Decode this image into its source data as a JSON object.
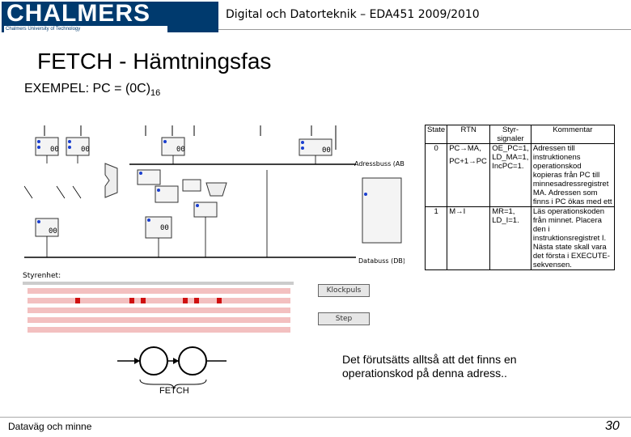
{
  "header": {
    "logo": "CHALMERS",
    "logo_sub": "Chalmers University of Technology",
    "course": "Digital och Datorteknik – EDA451 2009/2010"
  },
  "slide": {
    "title": "FETCH - Hämtningsfas",
    "example_prefix": "EXEMPEL: PC = (0C)",
    "example_sub": "16"
  },
  "diagram": {
    "address_bus_label": "Adressbuss (AB)",
    "data_bus_label": "Databuss (DB)",
    "control_label": "Styrenhet:",
    "register_value": "00",
    "clock_button": "Klockpuls",
    "step_button": "Step"
  },
  "table": {
    "headers": [
      "State",
      "RTN",
      "Styr-signaler",
      "Kommentar"
    ],
    "rows": [
      {
        "state": "0",
        "rtn": [
          "PC→MA,",
          "PC+1→PC"
        ],
        "signals": [
          "OE_PC=1,",
          "LD_MA=1,",
          "IncPC=1."
        ],
        "comment": "Adressen till instruktionens operationskod kopieras från PC till minnesadressregistret MA. Adressen som finns i PC ökas med ett"
      },
      {
        "state": "1",
        "rtn": [
          "M→I"
        ],
        "signals": [
          "MR=1,",
          "LD_I=1."
        ],
        "comment": "Läs operationskoden från minnet. Placera den i instruktionsregistret I. Nästa state skall vara det första i EXECUTE-sekvensen."
      }
    ]
  },
  "note": "Det förutsätts alltså att det finns en operationskod på denna adress..",
  "fetch_label": "FETCH",
  "footer": {
    "left": "Dataväg och minne",
    "page": "30"
  }
}
